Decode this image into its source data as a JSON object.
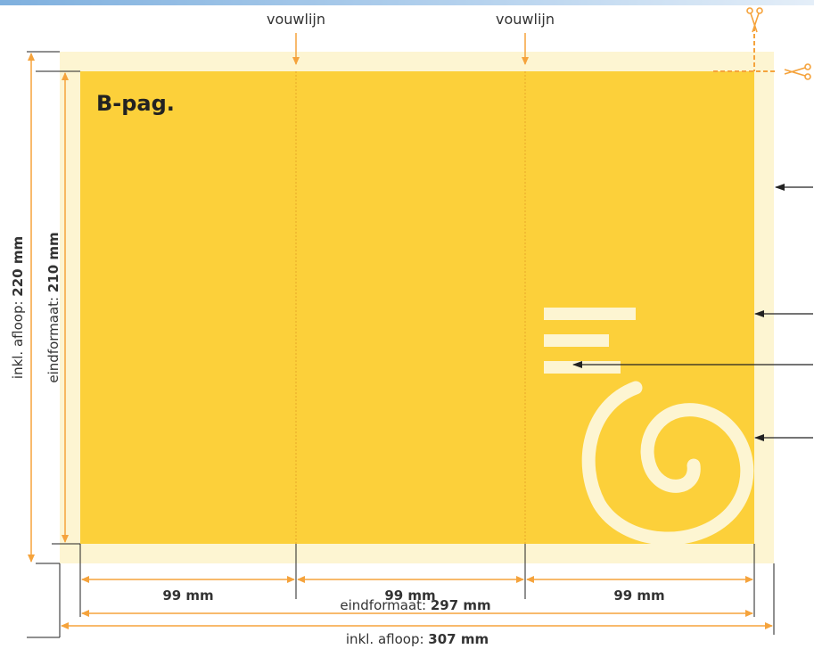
{
  "page_title": "B-pag.",
  "fold_lines": [
    {
      "label": "vouwlijn"
    },
    {
      "label": "vouwlijn"
    }
  ],
  "panel_widths": [
    {
      "value": "99 mm"
    },
    {
      "value": "99 mm"
    },
    {
      "value": "99 mm"
    }
  ],
  "final_width": {
    "prefix": "eindformaat: ",
    "value": "297 mm"
  },
  "bleed_width": {
    "prefix": "inkl. afloop: ",
    "value": "307 mm"
  },
  "final_height": {
    "prefix": "eindformaat: ",
    "value": "210 mm"
  },
  "bleed_height": {
    "prefix": "inkl. afloop: ",
    "value": "220 mm"
  },
  "colors": {
    "page_fill": "#fcd03a",
    "bleed_fill": "#fdf5d2",
    "dimension_lines": "#f5a33c",
    "text": "#333333"
  },
  "icons": [
    "scissors-icon",
    "scissors-icon"
  ]
}
